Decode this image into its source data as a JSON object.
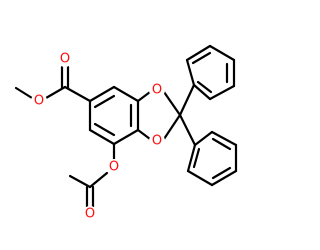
{
  "structure": {
    "colors": {
      "bond": "#000000",
      "oxygen": "#ff0d0d",
      "background": "#ffffff"
    },
    "atoms": {
      "o_carbonyl_ester": "O",
      "o_methoxy": "O",
      "o_ring_top": "O",
      "o_ring_bottom": "O",
      "o_acetoxy": "O",
      "o_acetyl_carbonyl": "O"
    }
  }
}
